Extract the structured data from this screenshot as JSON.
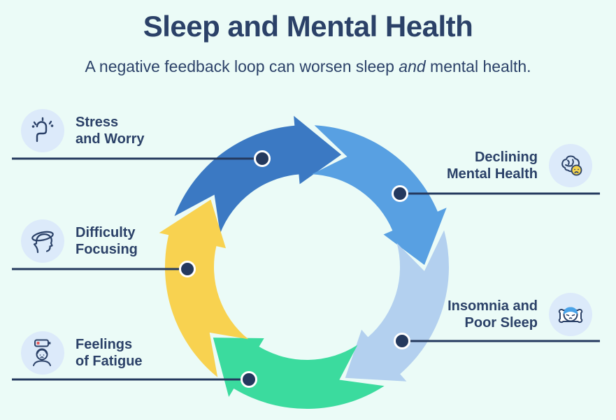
{
  "header": {
    "title": "Sleep and Mental Health",
    "subtitle_pre": "A negative feedback loop can worsen sleep ",
    "subtitle_italic": "and",
    "subtitle_post": " mental health."
  },
  "palette": {
    "background": "#EBFBF7",
    "text_navy": "#2B4168",
    "icon_circle_bg": "#DCEAFA",
    "connector_line": "#24395E",
    "dot_fill": "#24395E",
    "dot_ring": "#FFFFFF",
    "battery_low_red": "#E35B5B",
    "hair_blue": "#4AA3E8",
    "sad_face_yellow": "#F5D44D"
  },
  "cycle": {
    "direction": "clockwise",
    "description": "negative feedback loop",
    "steps": [
      {
        "label_line1": "Stress",
        "label_line2": "and Worry",
        "icon": "stressed-person-icon",
        "arrow_color": "#3B79C3",
        "side": "left"
      },
      {
        "label_line1": "Declining",
        "label_line2": "Mental Health",
        "icon": "brain-sad-face-icon",
        "arrow_color": "#58A0E2",
        "side": "right"
      },
      {
        "label_line1": "Insomnia and",
        "label_line2": "Poor Sleep",
        "icon": "person-on-pillow-icon",
        "arrow_color": "#B3D0EF",
        "side": "right"
      },
      {
        "label_line1": "Feelings",
        "label_line2": "of Fatigue",
        "icon": "low-battery-person-icon",
        "arrow_color": "#3BDB9E",
        "side": "left"
      },
      {
        "label_line1": "Difficulty",
        "label_line2": "Focusing",
        "icon": "dizzy-head-icon",
        "arrow_color": "#F8D250",
        "side": "left"
      }
    ]
  }
}
